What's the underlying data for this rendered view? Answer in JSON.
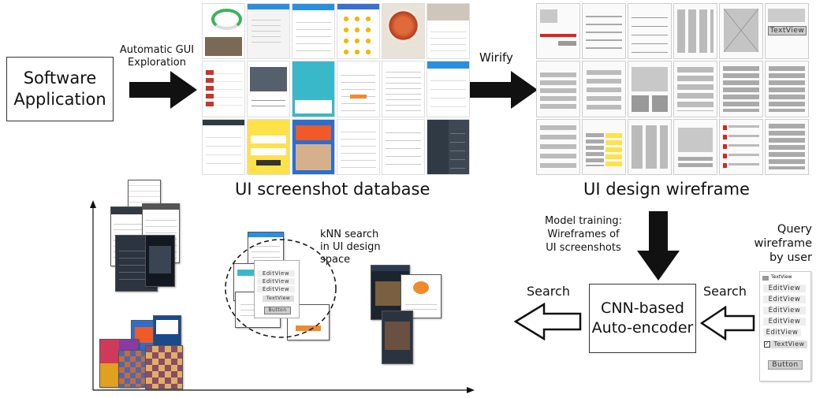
{
  "software_box": {
    "line1": "Software",
    "line2": "Application"
  },
  "exploration_label": {
    "line1": "Automatic GUI",
    "line2": "Exploration"
  },
  "wirify_label": "Wirify",
  "screenshot_db_caption": "UI screenshot database",
  "wireframe_caption": "UI design wireframe",
  "model_training_label": {
    "line1": "Model training:",
    "line2": "Wireframes of",
    "line3": "UI screenshots"
  },
  "query_label": {
    "line1": "Query",
    "line2": "wireframe",
    "line3": "by user"
  },
  "search_left": "Search",
  "search_right": "Search",
  "cnn_box": {
    "line1": "CNN-based",
    "line2": "Auto-encoder"
  },
  "knn_label": {
    "line1": "kNN search",
    "line2": "in UI design",
    "line3": "space"
  },
  "query_wireframe": {
    "header": "TextView",
    "edit_items": [
      "EditView",
      "EditView",
      "EditView",
      "EditView",
      "EditView"
    ],
    "checkbox_label": "TextView",
    "button": "Button"
  },
  "wireframe_text": {
    "textview": "TextView",
    "button": "Button",
    "editview": "EditView"
  },
  "colors": {
    "arrow": "#111111",
    "yellow": "#ffe14a",
    "red": "#d9261c",
    "blue": "#2a8fe0",
    "teal": "#39b8c9"
  }
}
